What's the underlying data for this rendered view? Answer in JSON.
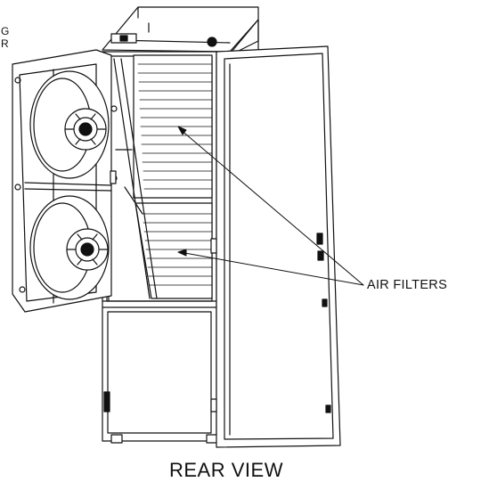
{
  "labels": {
    "cut_line1": "G",
    "cut_line2": "R",
    "air_filters": "AIR FILTERS",
    "view_title": "REAR VIEW"
  },
  "colors": {
    "ink": "#111111",
    "background": "#ffffff"
  }
}
